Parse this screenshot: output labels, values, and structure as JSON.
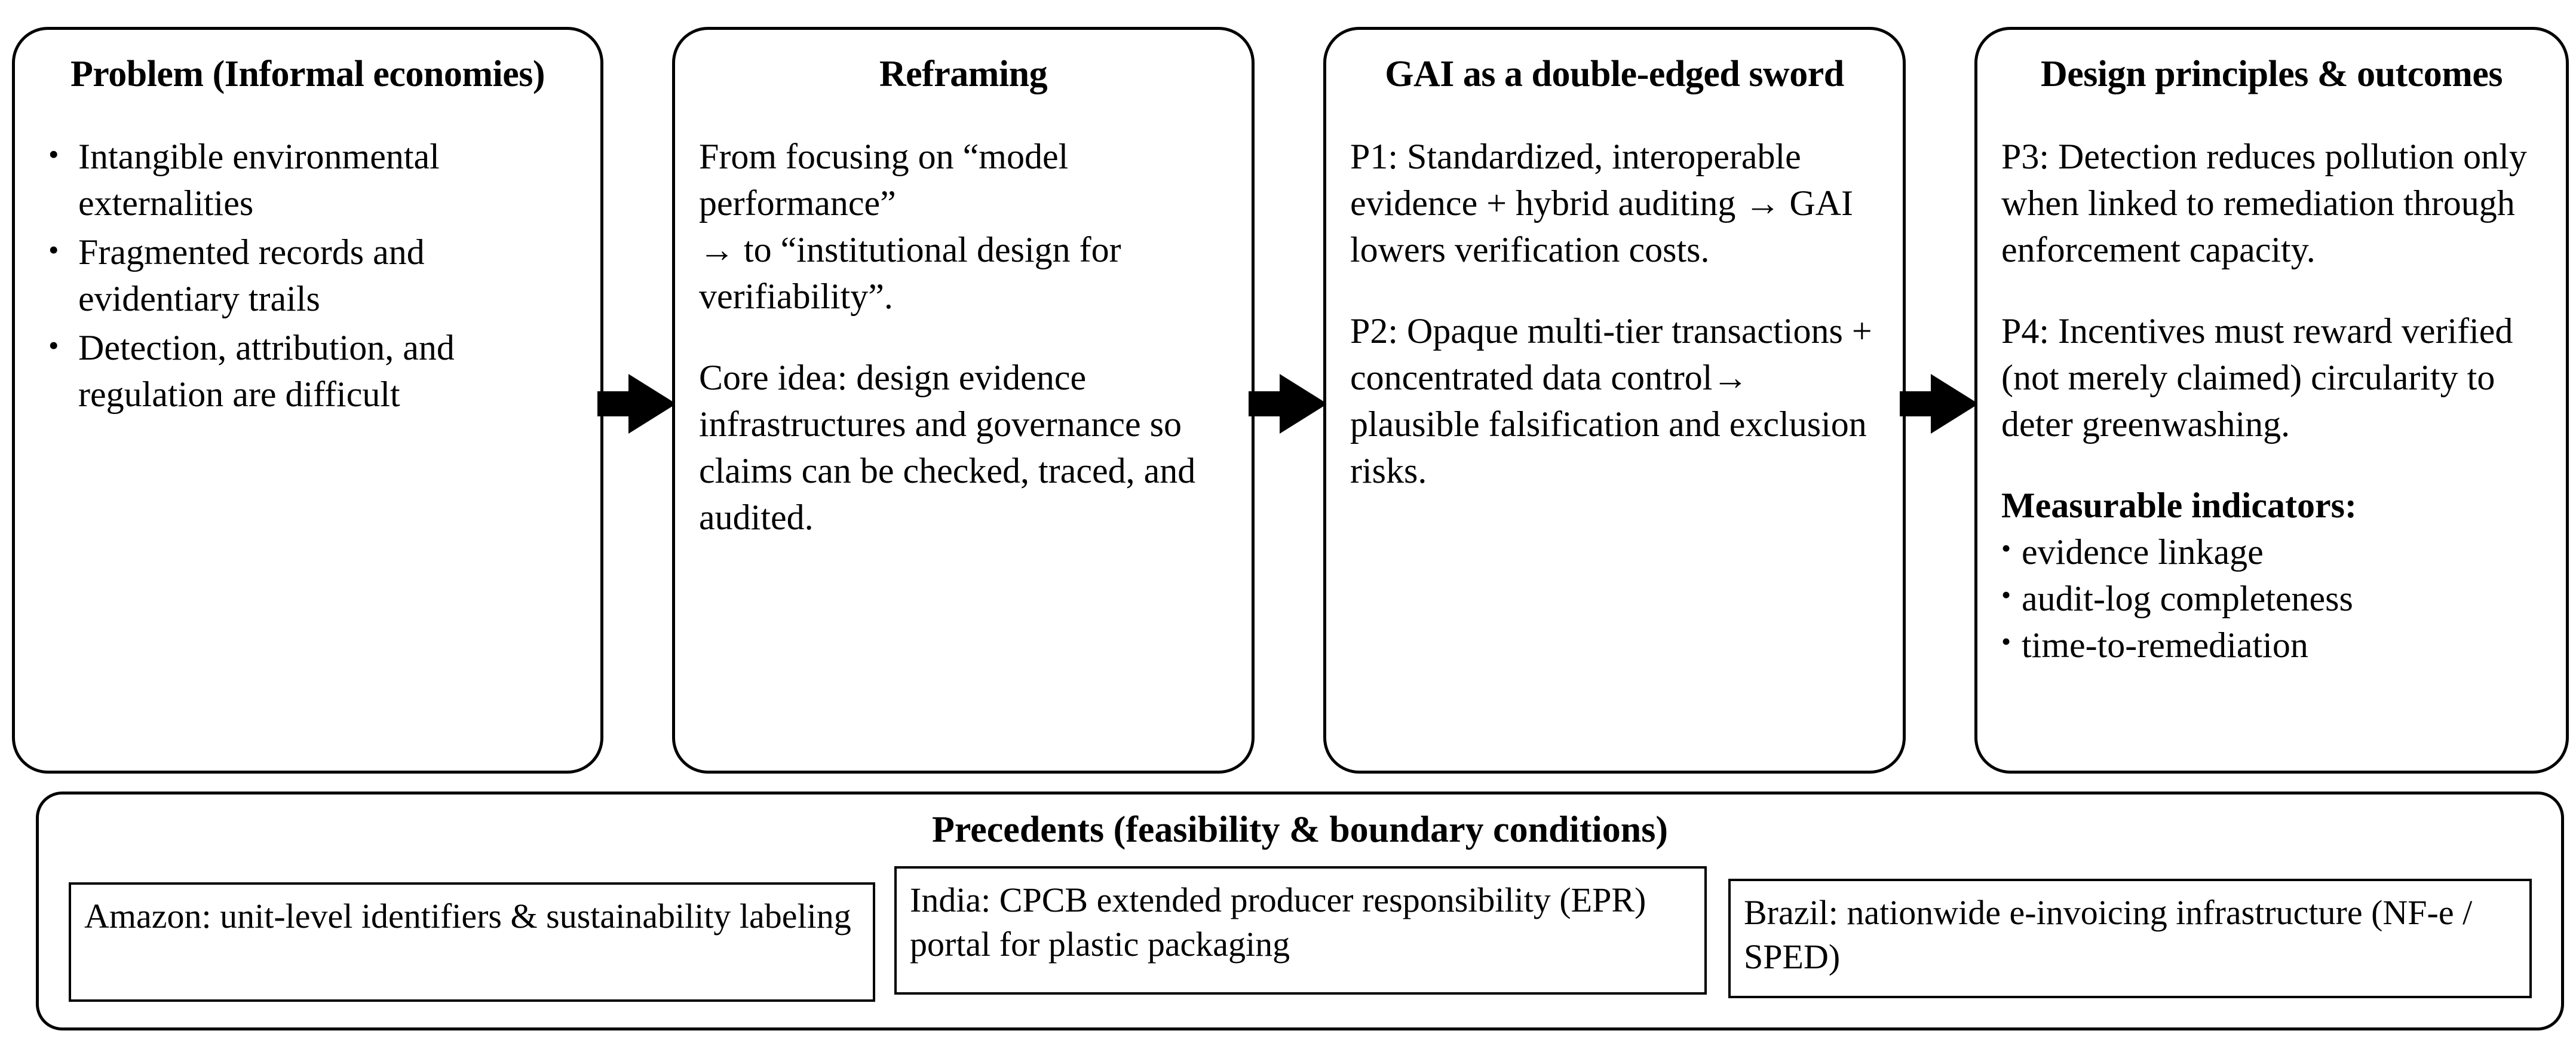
{
  "diagram": {
    "stages": [
      {
        "id": "problem",
        "title": "Problem (Informal economies)",
        "bullets": [
          "Intangible environmental externalities",
          "Fragmented records and evidentiary trails",
          "Detection, attribution, and regulation are difficult"
        ]
      },
      {
        "id": "reframing",
        "title": "Reframing",
        "paragraphs": [
          "From focusing on “model performance”\n→ to “institutional design for verifiability”.",
          "Core idea: design evidence infrastructures and governance so claims can be checked, traced, and audited."
        ]
      },
      {
        "id": "gai",
        "title": "GAI as a double-edged sword",
        "paragraphs": [
          "P1: Standardized, interoperable evidence + hybrid auditing → GAI lowers verification costs.",
          "P2: Opaque multi-tier transactions + concentrated data control→ plausible falsification and exclusion risks."
        ]
      },
      {
        "id": "design",
        "title": "Design principles & outcomes",
        "paragraphs": [
          "P3: Detection reduces pollution only when linked to remediation through enforcement capacity.",
          "P4: Incentives must reward verified (not merely claimed) circularity to deter greenwashing."
        ],
        "indicators_heading": "Measurable indicators:",
        "indicators": [
          "evidence linkage",
          "audit-log completeness",
          "time-to-remediation"
        ]
      }
    ],
    "arrows": [
      {
        "name": "arrow-problem-to-reframing"
      },
      {
        "name": "arrow-reframing-to-gai"
      },
      {
        "name": "arrow-gai-to-design"
      }
    ],
    "precedents": {
      "title": "Precedents (feasibility & boundary conditions)",
      "items": [
        "Amazon: unit-level identifiers & sustainability labeling",
        "India: CPCB extended producer responsibility (EPR) portal for plastic packaging",
        "Brazil: nationwide e-invoicing infrastructure (NF-e / SPED)"
      ]
    },
    "colors": {
      "stroke": "#000000",
      "background": "#ffffff",
      "text": "#000000"
    }
  }
}
